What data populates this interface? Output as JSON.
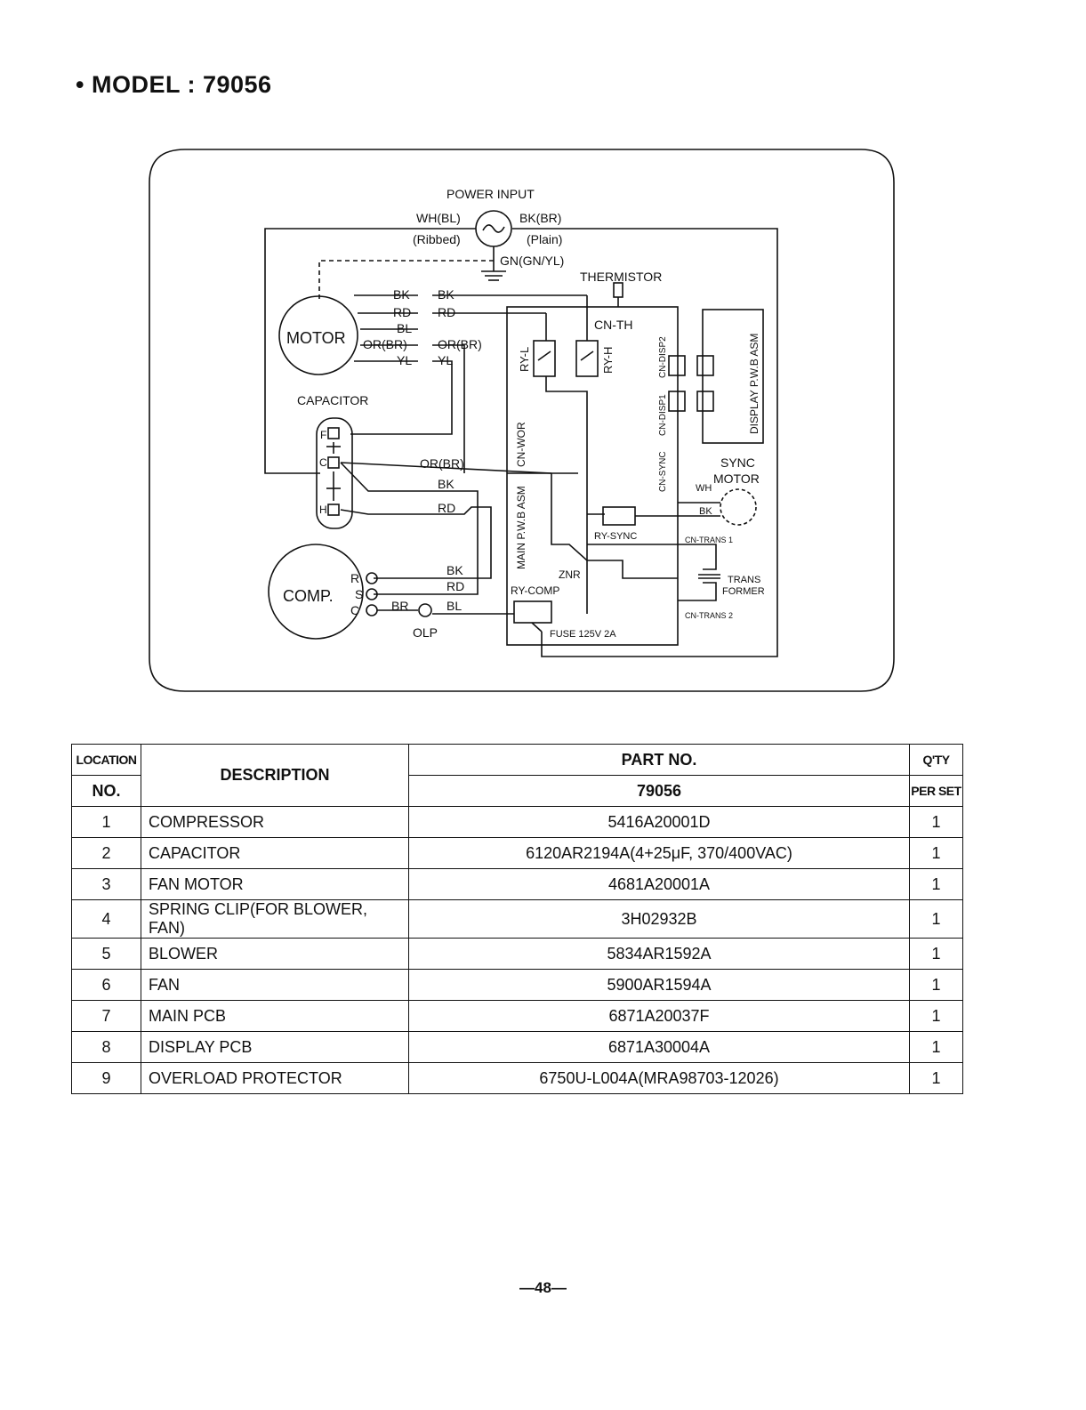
{
  "page_title": "• MODEL : 79056",
  "diagram": {
    "power": {
      "title": "POWER INPUT",
      "wh": "WH(BL)",
      "ribbed": "(Ribbed)",
      "bk": "BK(BR)",
      "plain": "(Plain)",
      "gn": "GN(GN/YL)"
    },
    "motor": {
      "label": "MOTOR",
      "wires_left": [
        "BK",
        "RD",
        "BL",
        "OR(BR)",
        "YL"
      ],
      "wires_right": [
        "BK",
        "RD",
        "OR(BR)",
        "YL"
      ]
    },
    "thermistor": "THERMISTOR",
    "cn_th": "CN-TH",
    "capacitor": {
      "label": "CAPACITOR",
      "terminals": [
        "F",
        "C",
        "H"
      ]
    },
    "capacitor_wires": [
      "OR(BR)",
      "BK",
      "RD"
    ],
    "comp": {
      "label": "COMP.",
      "terminals": [
        "R",
        "S",
        "C"
      ],
      "wires": [
        "BK",
        "RD",
        "BL"
      ],
      "br": "BR",
      "olp": "OLP"
    },
    "pcb": {
      "main_label": "MAIN P.W.B ASM",
      "cn_wor": "CN-WOR",
      "ry_l": "RY-L",
      "ry_h": "RY-H",
      "cn_disp2": "CN-DISP2",
      "cn_disp1": "CN-DISP1",
      "cn_sync": "CN-SYNC",
      "ry_sync": "RY-SYNC",
      "znr": "ZNR",
      "ry_comp": "RY-COMP",
      "fuse": "FUSE 125V 2A",
      "cn_trans1": "CN-TRANS 1",
      "cn_trans2": "CN-TRANS 2"
    },
    "display": "DISPLAY P.W.B ASM",
    "sync_motor": {
      "line1": "SYNC",
      "line2": "MOTOR",
      "wh": "WH",
      "bk": "BK"
    },
    "transformer": {
      "line1": "TRANS",
      "line2": "FORMER"
    }
  },
  "table": {
    "headers": {
      "location_1": "LOCATION",
      "location_2": "NO.",
      "description": "DESCRIPTION",
      "part_no": "PART NO.",
      "model": "79056",
      "qty_1": "Q'TY",
      "qty_2": "PER SET"
    },
    "rows": [
      {
        "no": "1",
        "description": "COMPRESSOR",
        "part": "5416A20001D",
        "qty": "1"
      },
      {
        "no": "2",
        "description": "CAPACITOR",
        "part": "6120AR2194A(4+25μF, 370/400VAC)",
        "qty": "1"
      },
      {
        "no": "3",
        "description": "FAN MOTOR",
        "part": "4681A20001A",
        "qty": "1"
      },
      {
        "no": "4",
        "description": "SPRING CLIP(FOR BLOWER, FAN)",
        "part": "3H02932B",
        "qty": "1"
      },
      {
        "no": "5",
        "description": "BLOWER",
        "part": "5834AR1592A",
        "qty": "1"
      },
      {
        "no": "6",
        "description": "FAN",
        "part": "5900AR1594A",
        "qty": "1"
      },
      {
        "no": "7",
        "description": "MAIN PCB",
        "part": "6871A20037F",
        "qty": "1"
      },
      {
        "no": "8",
        "description": "DISPLAY PCB",
        "part": "6871A30004A",
        "qty": "1"
      },
      {
        "no": "9",
        "description": "OVERLOAD PROTECTOR",
        "part": "6750U-L004A(MRA98703-12026)",
        "qty": "1"
      }
    ]
  },
  "page_number": "—48—"
}
